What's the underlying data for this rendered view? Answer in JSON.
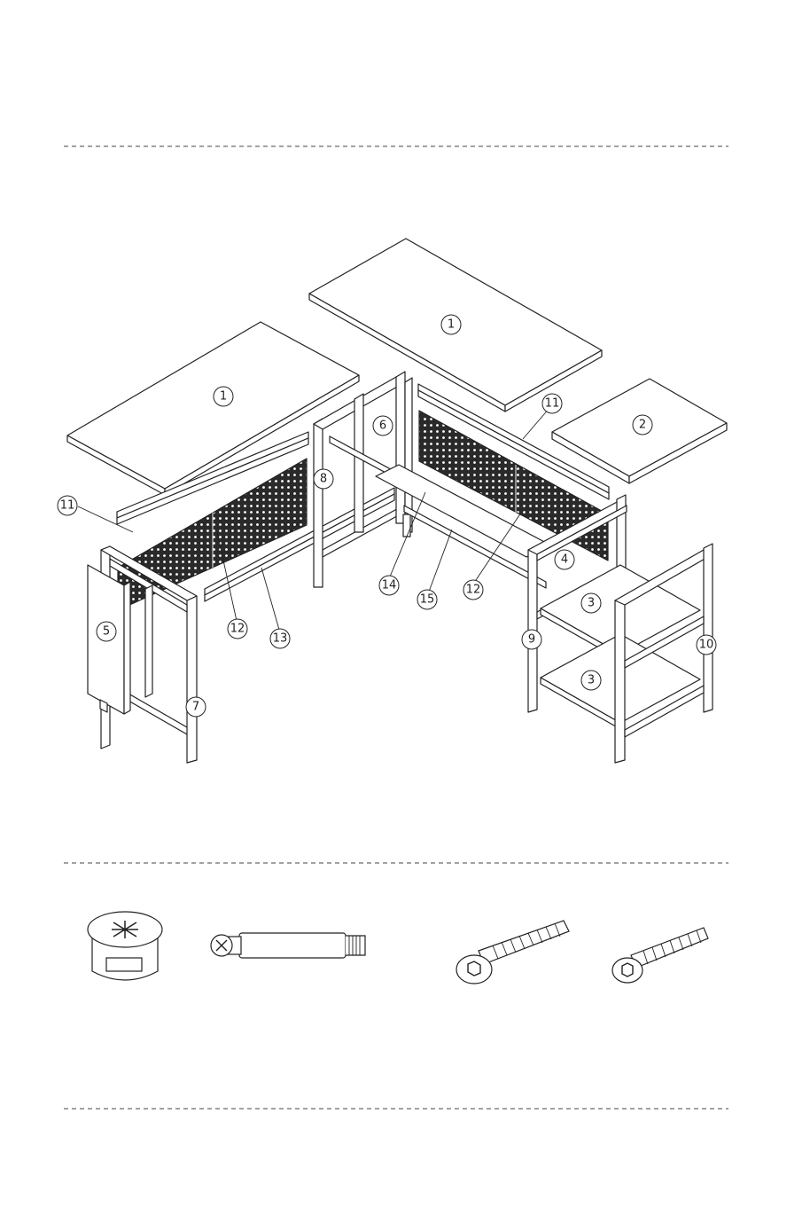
{
  "colors": {
    "line": "#222222",
    "mesh": "#333333",
    "panel": "#ffffff",
    "bg": "#ffffff"
  },
  "parts": [
    {
      "id": "top-left-board",
      "label": "1"
    },
    {
      "id": "top-right-board",
      "label": "1"
    },
    {
      "id": "side-board",
      "label": "2"
    },
    {
      "id": "shelf-upper",
      "label": "3"
    },
    {
      "id": "shelf-lower",
      "label": "3"
    },
    {
      "id": "shelf-frame-top",
      "label": "4"
    },
    {
      "id": "end-panel",
      "label": "5"
    },
    {
      "id": "corner-frame",
      "label": "6"
    },
    {
      "id": "left-frame",
      "label": "7"
    },
    {
      "id": "center-leg",
      "label": "8"
    },
    {
      "id": "shelf-frame-left",
      "label": "9"
    },
    {
      "id": "shelf-frame-right",
      "label": "10"
    },
    {
      "id": "rail-left",
      "label": "11"
    },
    {
      "id": "rail-right",
      "label": "11"
    },
    {
      "id": "mesh-left",
      "label": "12"
    },
    {
      "id": "mesh-right",
      "label": "12"
    },
    {
      "id": "stretcher-left",
      "label": "13"
    },
    {
      "id": "stretcher-mid",
      "label": "14"
    },
    {
      "id": "stretcher-right",
      "label": "15"
    }
  ],
  "hardware": [
    {
      "id": "cam-lock"
    },
    {
      "id": "cam-bolt"
    },
    {
      "id": "hex-bolt-long"
    },
    {
      "id": "hex-bolt-short"
    }
  ]
}
